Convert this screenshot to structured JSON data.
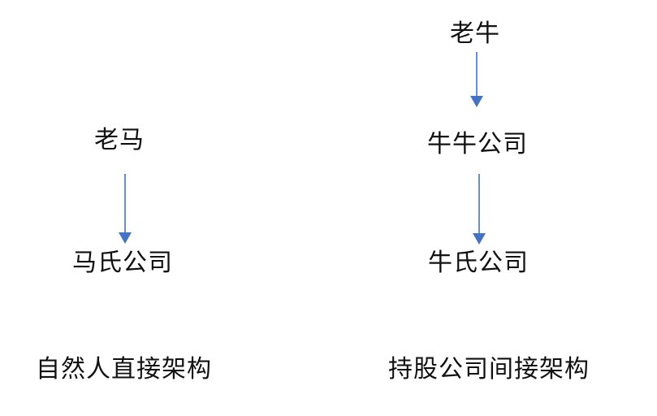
{
  "left_structure": {
    "top_node": "老马",
    "bottom_node": "马氏公司",
    "caption": "自然人直接架构"
  },
  "right_structure": {
    "top_node": "老牛",
    "middle_node": "牛牛公司",
    "bottom_node": "牛氏公司",
    "caption": "持股公司间接架构"
  },
  "colors": {
    "arrow": "#4472C4",
    "text": "#111111"
  }
}
